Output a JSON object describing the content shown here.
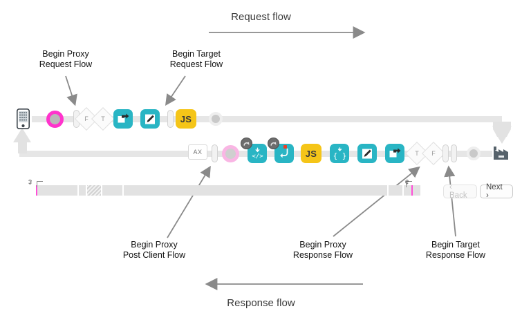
{
  "headings": {
    "request_flow": "Request flow",
    "response_flow": "Response flow"
  },
  "callouts": {
    "begin_proxy_request": {
      "line1": "Begin Proxy",
      "line2": "Request Flow"
    },
    "begin_target_request": {
      "line1": "Begin Target",
      "line2": "Request Flow"
    },
    "begin_proxy_post_client": {
      "line1": "Begin Proxy",
      "line2": "Post Client Flow"
    },
    "begin_proxy_response": {
      "line1": "Begin Proxy",
      "line2": "Response Flow"
    },
    "begin_target_response": {
      "line1": "Begin Target",
      "line2": "Response Flow"
    }
  },
  "request_row": {
    "nodes": [
      {
        "name": "client-device",
        "type": "phone-icon",
        "label": ""
      },
      {
        "name": "proxy-request-start",
        "type": "ring-magenta",
        "label": ""
      },
      {
        "name": "flow-separator-1",
        "type": "pill",
        "label": ""
      },
      {
        "name": "condition-false-1",
        "type": "diamond",
        "label": "F"
      },
      {
        "name": "condition-true-1",
        "type": "diamond",
        "label": "T"
      },
      {
        "name": "route-policy-1",
        "type": "chip-teal",
        "label": "",
        "icon": "route-icon"
      },
      {
        "name": "assign-message-policy-1",
        "type": "chip-teal",
        "label": "",
        "icon": "pencil-icon"
      },
      {
        "name": "flow-separator-2",
        "type": "pill",
        "label": ""
      },
      {
        "name": "javascript-policy-1",
        "type": "chip-yellow",
        "label": "JS",
        "icon": "js-icon"
      },
      {
        "name": "target-request-endpoint",
        "type": "dot-grey",
        "label": ""
      }
    ]
  },
  "response_row": {
    "nodes": [
      {
        "name": "ax-analytics",
        "type": "ax-box",
        "label": "AX"
      },
      {
        "name": "flow-separator-3",
        "type": "pill",
        "label": ""
      },
      {
        "name": "post-client-flow-start",
        "type": "ring-lightpink",
        "label": ""
      },
      {
        "name": "extract-variables-policy",
        "type": "chip-teal",
        "label": "",
        "icon": "code-icon",
        "badge": "conditional-icon"
      },
      {
        "name": "raise-fault-policy",
        "type": "chip-teal",
        "label": "",
        "icon": "curve-arrow-icon",
        "badge": "conditional-icon"
      },
      {
        "name": "javascript-policy-2",
        "type": "chip-yellow",
        "label": "JS",
        "icon": "js-icon"
      },
      {
        "name": "json-policy",
        "type": "chip-teal",
        "label": "",
        "icon": "braces-icon"
      },
      {
        "name": "assign-message-policy-2",
        "type": "chip-teal",
        "label": "",
        "icon": "pencil-icon"
      },
      {
        "name": "route-policy-2",
        "type": "chip-teal",
        "label": "",
        "icon": "route-icon"
      },
      {
        "name": "condition-true-2",
        "type": "diamond",
        "label": "T"
      },
      {
        "name": "condition-false-2",
        "type": "diamond",
        "label": "F"
      },
      {
        "name": "flow-separator-4",
        "type": "pill",
        "label": ""
      },
      {
        "name": "flow-separator-5",
        "type": "pill",
        "label": ""
      },
      {
        "name": "target-response-endpoint",
        "type": "dot-grey",
        "label": ""
      },
      {
        "name": "backend-server",
        "type": "factory-icon",
        "label": ""
      }
    ]
  },
  "timeline": {
    "tick_left_label": "3",
    "tick_right_label": "6"
  },
  "pager": {
    "back_label": "‹ Back",
    "next_label": "Next ›"
  },
  "colors": {
    "teal": "#29b5c4",
    "yellow": "#f5c518",
    "magenta": "#ff33cc",
    "light_pink": "#f9b6e4",
    "rail_grey": "#e6e6e6",
    "arrow_grey": "#8a8a8a",
    "server_dark": "#56626b"
  }
}
